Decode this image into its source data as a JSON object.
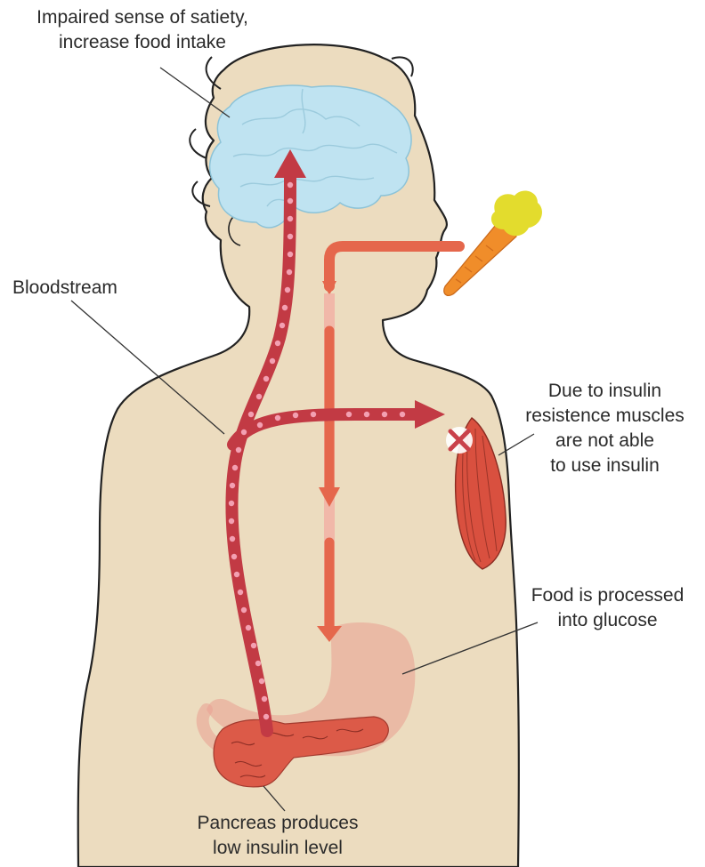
{
  "labels": {
    "brain": [
      "Impaired sense of satiety,",
      "increase food intake"
    ],
    "bloodstream": "Bloodstream",
    "muscle": [
      "Due to insulin",
      "resistence muscles",
      "are not able",
      "to use insulin"
    ],
    "food": [
      "Food is processed",
      "into glucose"
    ],
    "pancreas": [
      "Pancreas produces",
      "low insulin level"
    ]
  },
  "colors": {
    "skin": "#ecdcbf",
    "outline": "#222222",
    "brain": "#bfe3f1",
    "bloodstream": "#c23a44",
    "bloodstream_dots": "#f3a0b2",
    "food_path": "#e5674c",
    "food_path_faded": "#f2b1a4",
    "stomach": "#e9a395",
    "pancreas": "#dc5a48",
    "muscle": "#d9503f",
    "carrot": "#f08d2a",
    "carrot_leaves": "#e3dc2d",
    "cross_mark": "#ffffff"
  },
  "icons": {
    "brain": "brain-icon",
    "carrot": "carrot-icon",
    "stomach": "stomach-icon",
    "pancreas": "pancreas-icon",
    "muscle": "muscle-icon",
    "blocked": "cross-mark-icon"
  }
}
